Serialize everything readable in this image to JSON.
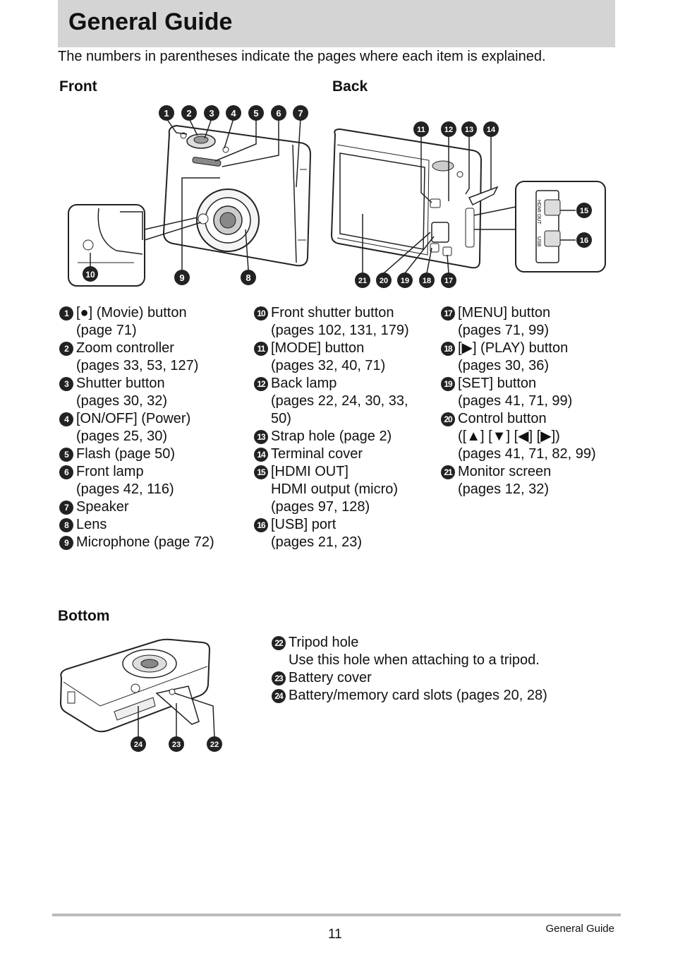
{
  "header": {
    "title": "General Guide"
  },
  "intro": "The numbers in parentheses indicate the pages where each item is explained.",
  "sections": {
    "front": "Front",
    "back": "Back",
    "bottom": "Bottom"
  },
  "markers": {
    "front": [
      "1",
      "2",
      "3",
      "4",
      "5",
      "6",
      "7",
      "10",
      "9",
      "8"
    ],
    "back": [
      "11",
      "12",
      "13",
      "14",
      "15",
      "16",
      "21",
      "20",
      "19",
      "18",
      "17"
    ],
    "bottom": [
      "24",
      "23",
      "22"
    ]
  },
  "camera_labels": {
    "hdmi": "HDMI OUT",
    "usb": "USB"
  },
  "items_col1": [
    {
      "n": "1",
      "text": "[●] (Movie) button\n(page 71)"
    },
    {
      "n": "2",
      "text": "Zoom controller\n(pages 33, 53, 127)"
    },
    {
      "n": "3",
      "text": "Shutter button\n(pages 30, 32)"
    },
    {
      "n": "4",
      "text": "[ON/OFF] (Power)\n(pages 25, 30)"
    },
    {
      "n": "5",
      "text": "Flash (page 50)"
    },
    {
      "n": "6",
      "text": "Front lamp\n(pages 42, 116)"
    },
    {
      "n": "7",
      "text": "Speaker"
    },
    {
      "n": "8",
      "text": "Lens"
    },
    {
      "n": "9",
      "text": "Microphone (page 72)"
    }
  ],
  "items_col2": [
    {
      "n": "10",
      "text": "Front shutter button\n(pages 102, 131, 179)"
    },
    {
      "n": "11",
      "text": "[MODE] button\n(pages 32, 40, 71)"
    },
    {
      "n": "12",
      "text": "Back lamp\n(pages 22, 24, 30, 33,\n50)"
    },
    {
      "n": "13",
      "text": "Strap hole (page 2)"
    },
    {
      "n": "14",
      "text": "Terminal cover"
    },
    {
      "n": "15",
      "text": "[HDMI OUT]\nHDMI output (micro)\n(pages 97, 128)"
    },
    {
      "n": "16",
      "text": "[USB] port\n(pages 21, 23)"
    }
  ],
  "items_col3": [
    {
      "n": "17",
      "text": "[MENU] button\n(pages 71, 99)"
    },
    {
      "n": "18",
      "text": "[▶] (PLAY) button\n(pages 30, 36)"
    },
    {
      "n": "19",
      "text": "[SET] button\n(pages 41, 71, 99)"
    },
    {
      "n": "20",
      "text": "Control button\n([▲] [▼] [◀] [▶])\n(pages 41, 71, 82, 99)"
    },
    {
      "n": "21",
      "text": "Monitor screen\n(pages 12, 32)"
    }
  ],
  "items_bottom": [
    {
      "n": "22",
      "text": "Tripod hole\nUse this hole when attaching to a tripod."
    },
    {
      "n": "23",
      "text": "Battery cover"
    },
    {
      "n": "24",
      "text": "Battery/memory card slots (pages 20, 28)"
    }
  ],
  "footer": {
    "page_number": "11",
    "section": "General Guide"
  }
}
